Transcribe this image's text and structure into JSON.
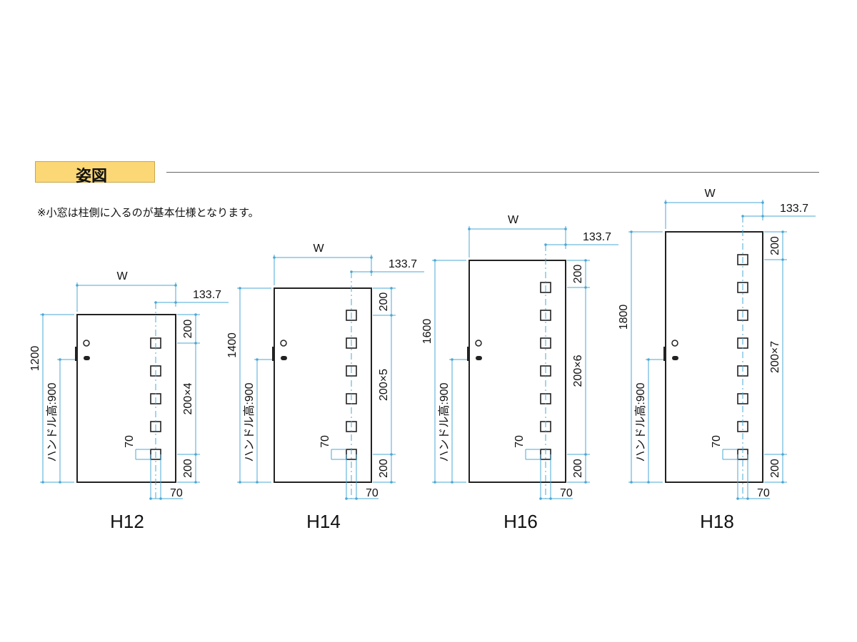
{
  "header": {
    "title": "姿図"
  },
  "note": "※小窓は柱側に入るのが基本仕様となります。",
  "labels": {
    "width": "W",
    "offset": "133.7",
    "handle": "ハンドル高:900",
    "end_spacing": "200",
    "window_offset": "70",
    "window_size": "70"
  },
  "colors": {
    "dimension": "#4aa8d6",
    "header_bg": "#fbd775",
    "outline": "#222222"
  },
  "models": [
    {
      "name": "H12",
      "height": "1200",
      "spacing": "200×4",
      "windows": 5
    },
    {
      "name": "H14",
      "height": "1400",
      "spacing": "200×5",
      "windows": 6
    },
    {
      "name": "H16",
      "height": "1600",
      "spacing": "200×6",
      "windows": 7
    },
    {
      "name": "H18",
      "height": "1800",
      "spacing": "200×7",
      "windows": 8
    }
  ]
}
